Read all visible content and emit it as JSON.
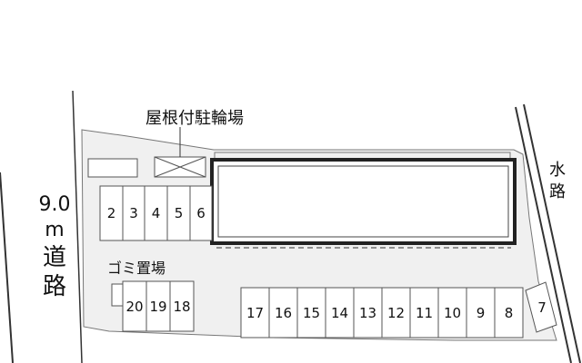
{
  "labels": {
    "covered_bike_parking": "屋根付駐輪場",
    "garbage_area": "ゴミ置場",
    "road_width": "9.0",
    "road_unit": "m",
    "road_char1": "道",
    "road_char2": "路",
    "waterway_char1": "水",
    "waterway_char2": "路"
  },
  "parking": {
    "top_row": [
      "2",
      "3",
      "4",
      "5",
      "6"
    ],
    "left_bottom_row": [
      "20",
      "19",
      "18"
    ],
    "bottom_row": [
      "17",
      "16",
      "15",
      "14",
      "13",
      "12",
      "11",
      "10",
      "9",
      "8"
    ],
    "right_slot": "7"
  },
  "colors": {
    "lot_fill": "#f0f0f0",
    "outline": "#555555",
    "building_border": "#222222"
  }
}
